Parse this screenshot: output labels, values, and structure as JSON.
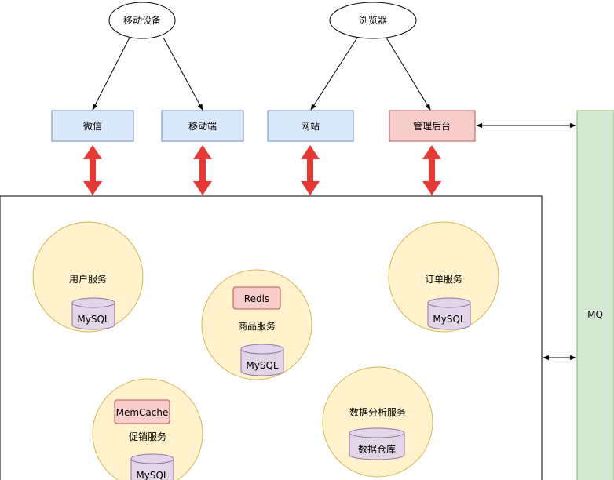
{
  "clients": {
    "mobile": "移动设备",
    "browser": "浏览器"
  },
  "frontends": {
    "wechat": "微信",
    "mobile_app": "移动端",
    "website": "网站",
    "admin": "管理后台"
  },
  "services": {
    "user": "用户服务",
    "product": "商品服务",
    "order": "订单服务",
    "promotion": "促销服务",
    "analytics": "数据分析服务"
  },
  "stores": {
    "mysql": "MySQL",
    "redis": "Redis",
    "memcache": "MemCache",
    "warehouse": "数据仓库"
  },
  "mq": "MQ",
  "colors": {
    "frontend_fill": "#dae8fc",
    "frontend_stroke": "#6c8ebf",
    "admin_fill": "#f8cecc",
    "admin_stroke": "#b85450",
    "service_fill": "#fff2cc",
    "service_stroke": "#d6b656",
    "db_fill": "#e1d5e7",
    "db_stroke": "#9673a6",
    "mq_fill": "#d5e8d4",
    "mq_stroke": "#82b366",
    "arrow_red": "#e53935"
  }
}
